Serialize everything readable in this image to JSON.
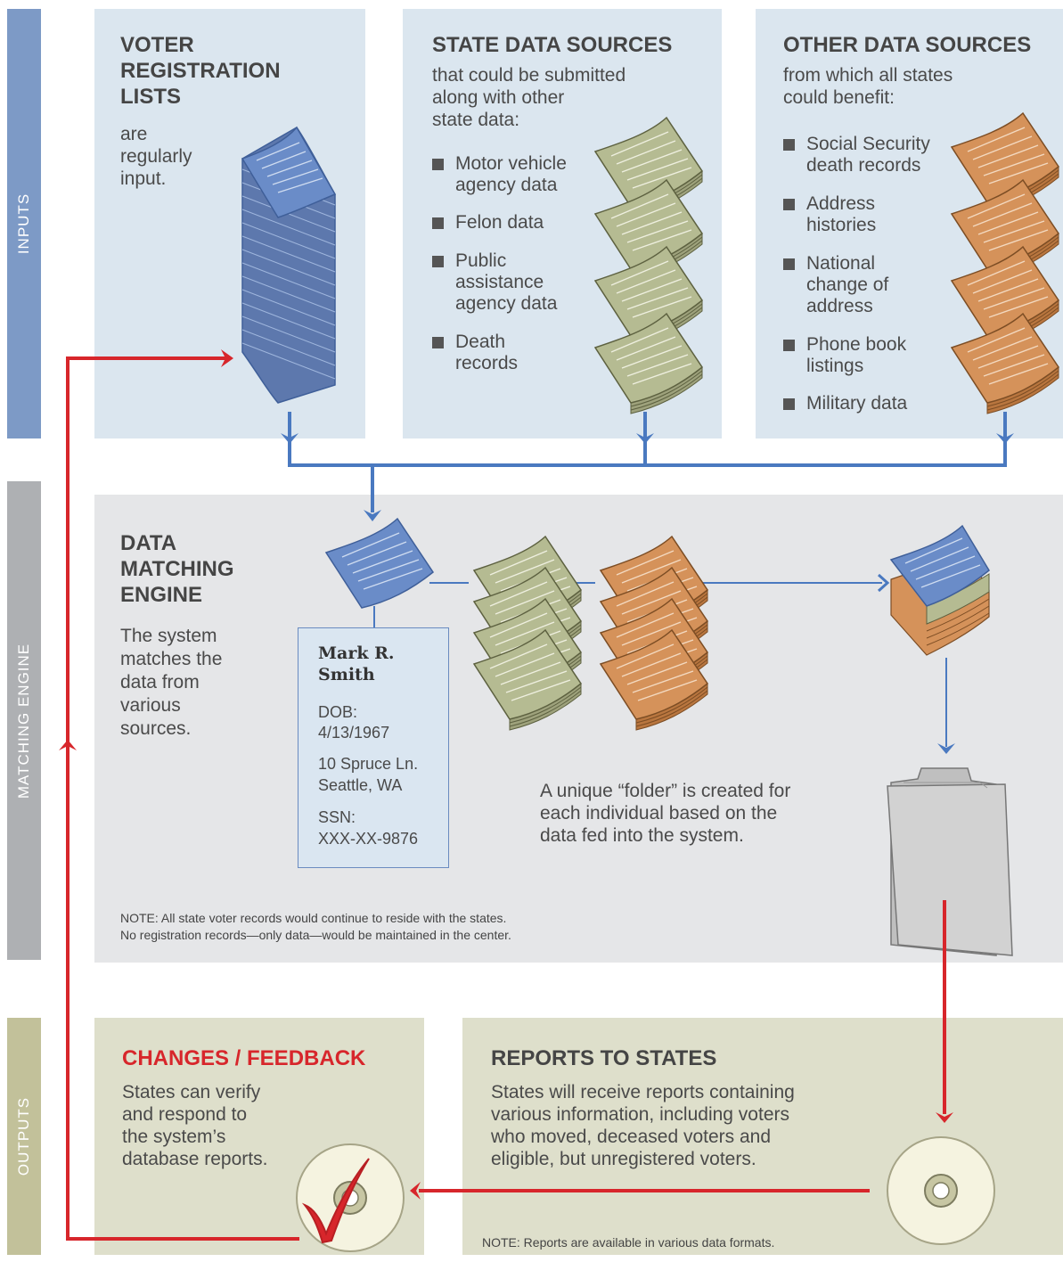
{
  "bands": {
    "inputs": "INPUTS",
    "matching": "MATCHING ENGINE",
    "outputs": "OUTPUTS"
  },
  "voter": {
    "title_lines": [
      "VOTER",
      "REGISTRATION",
      "LISTS"
    ],
    "body_lines": [
      "are",
      "regularly",
      "input."
    ]
  },
  "state": {
    "title": "STATE DATA SOURCES",
    "body_lines": [
      "that could be submitted",
      "along with other",
      "state data:"
    ],
    "items": [
      [
        "Motor vehicle",
        "agency data"
      ],
      [
        "Felon data"
      ],
      [
        "Public",
        "assistance",
        "agency data"
      ],
      [
        "Death",
        "records"
      ]
    ]
  },
  "other": {
    "title": "OTHER DATA SOURCES",
    "body_lines": [
      "from which all states",
      "could benefit:"
    ],
    "items": [
      [
        "Social Security",
        "death records"
      ],
      [
        "Address",
        "histories"
      ],
      [
        "National",
        "change of",
        "address"
      ],
      [
        "Phone book",
        "listings"
      ],
      [
        "Military data"
      ]
    ]
  },
  "engine": {
    "title_lines": [
      "DATA",
      "MATCHING",
      "ENGINE"
    ],
    "body_lines": [
      "The system",
      "matches the",
      "data from",
      "various",
      "sources."
    ],
    "folder_text_lines": [
      "A unique “folder” is created for",
      "each individual based on the",
      "data fed into the system."
    ],
    "note_lines": [
      "NOTE: All state voter records would continue to reside with the states.",
      "No registration records—only data—would be maintained in the center."
    ]
  },
  "card": {
    "name_lines": [
      "Mark R.",
      "Smith"
    ],
    "dob_label": "DOB:",
    "dob": "4/13/1967",
    "address1": "10 Spruce Ln.",
    "address2": "Seattle, WA",
    "ssn_label": "SSN:",
    "ssn": "XXX-XX-9876"
  },
  "feedback": {
    "title": "CHANGES / FEEDBACK",
    "body_lines": [
      "States can verify",
      "and respond to",
      "the system’s",
      "database reports."
    ]
  },
  "reports": {
    "title": "REPORTS TO STATES",
    "body_lines": [
      "States will receive reports containing",
      "various information, including voters",
      "who moved, deceased voters and",
      "eligible, but unregistered voters."
    ],
    "note": "NOTE: Reports are available in various data formats."
  },
  "colors": {
    "inputs_band": "#7d9ac6",
    "matching_band": "#aeb0b3",
    "outputs_band": "#c2c19a",
    "input_panel": "#dbe6ef",
    "engine_panel": "#e5e6e8",
    "output_panel": "#dedfcb",
    "connector_blue": "#4a79c0",
    "feedback_red": "#d7262b",
    "doc_blue": "#6a8cc8",
    "doc_green": "#b5bb92",
    "doc_orange": "#d5925a"
  }
}
